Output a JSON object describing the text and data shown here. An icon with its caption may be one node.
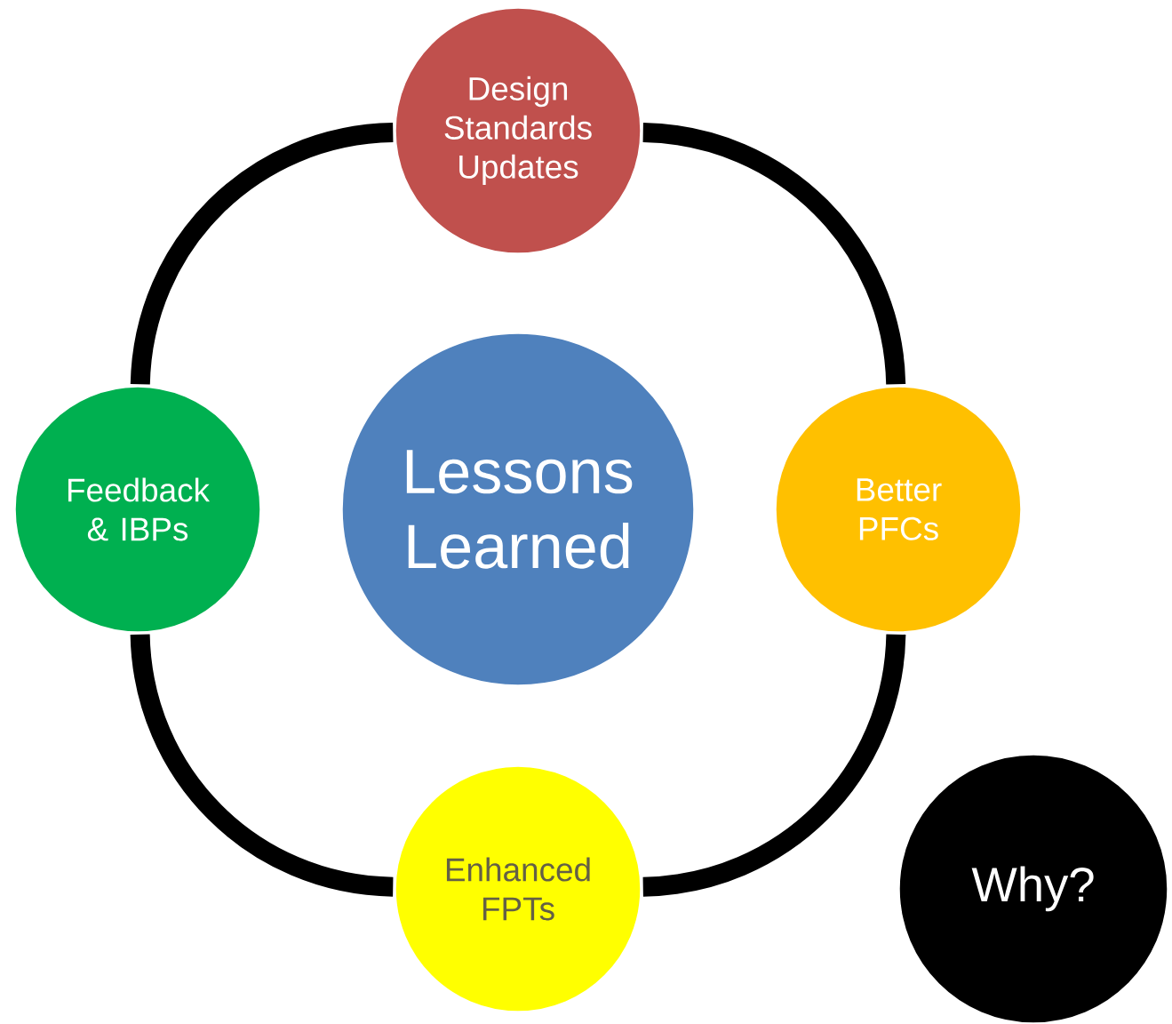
{
  "diagram": {
    "nodes": [
      {
        "text": [
          "Design Standards Updates"
        ]
      },
      {
        "text": [
          "Better PFCs"
        ]
      },
      {
        "text": [
          "Enhanced FPTs"
        ]
      },
      {
        "text": [
          "Feedback & IBPs"
        ]
      },
      {
        "text": [
          "Lessons Learned"
        ]
      },
      {
        "text": [
          "Why?"
        ]
      }
    ],
    "edges": [
      {
        "from": 0,
        "to": 1,
        "arrow": "none"
      },
      {
        "from": 1,
        "to": 2,
        "arrow": "none"
      },
      {
        "from": 2,
        "to": 3,
        "arrow": "none"
      },
      {
        "from": 3,
        "to": 0,
        "arrow": "none"
      }
    ]
  }
}
